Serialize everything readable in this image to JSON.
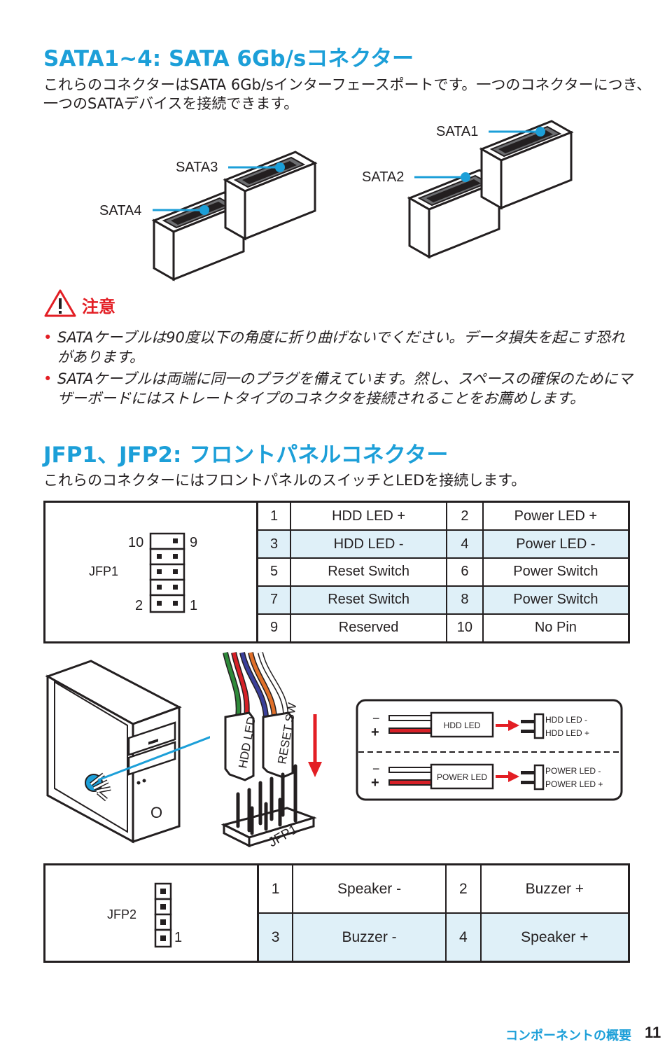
{
  "sata": {
    "heading": "SATA1~4: SATA 6Gb/sコネクター",
    "desc_line1": "これらのコネクターはSATA 6Gb/sインターフェースポートです。一つのコネクターにつき、",
    "desc_line2": "一つのSATAデバイスを接続できます。",
    "labels": [
      "SATA1",
      "SATA2",
      "SATA3",
      "SATA4"
    ]
  },
  "caution": {
    "title": "注意",
    "items": [
      {
        "line1": "SATAケーブルは90度以下の角度に折り曲げないでください。データ損失を起こす恐れ",
        "line2": "があります。"
      },
      {
        "line1": "SATAケーブルは両端に同一のプラグを備えています。然し、スペースの確保のためにマ",
        "line2": "ザーボードにはストレートタイプのコネクタを接続されることをお薦めします。"
      }
    ]
  },
  "jfp": {
    "heading": "JFP1、JFP2: フロントパネルコネクター",
    "desc": "これらのコネクターにはフロントパネルのスイッチとLEDを接続します。",
    "jfp1": {
      "name": "JFP1",
      "pin_labels": {
        "top_left": "10",
        "top_right": "9",
        "bottom_left": "2",
        "bottom_right": "1"
      },
      "rows": [
        {
          "a": "1",
          "b": "HDD LED +",
          "c": "2",
          "d": "Power LED +"
        },
        {
          "a": "3",
          "b": "HDD LED -",
          "c": "4",
          "d": "Power LED -"
        },
        {
          "a": "5",
          "b": "Reset Switch",
          "c": "6",
          "d": "Power Switch"
        },
        {
          "a": "7",
          "b": "Reset Switch",
          "c": "8",
          "d": "Power Switch"
        },
        {
          "a": "9",
          "b": "Reserved",
          "c": "10",
          "d": "No Pin"
        }
      ]
    },
    "illustration": {
      "plug1": "HDD LED",
      "plug2": "RESET SW",
      "header": "JFP1",
      "led_box1": "HDD LED",
      "led_box2": "POWER LED",
      "led1_minus": "HDD LED -",
      "led1_plus": "HDD LED +",
      "led2_minus": "POWER LED -",
      "led2_plus": "POWER LED +",
      "minus": "−",
      "plus": "+"
    },
    "jfp2": {
      "name": "JFP2",
      "pin_label": "1",
      "rows": [
        {
          "a": "1",
          "b": "Speaker -",
          "c": "2",
          "d": "Buzzer +"
        },
        {
          "a": "3",
          "b": "Buzzer -",
          "c": "4",
          "d": "Speaker +"
        }
      ]
    }
  },
  "footer": {
    "section": "コンポーネントの概要",
    "page": "11"
  },
  "colors": {
    "accent": "#1c9fd8",
    "warning": "#e31e24",
    "row_alt": "#dff0f8"
  }
}
